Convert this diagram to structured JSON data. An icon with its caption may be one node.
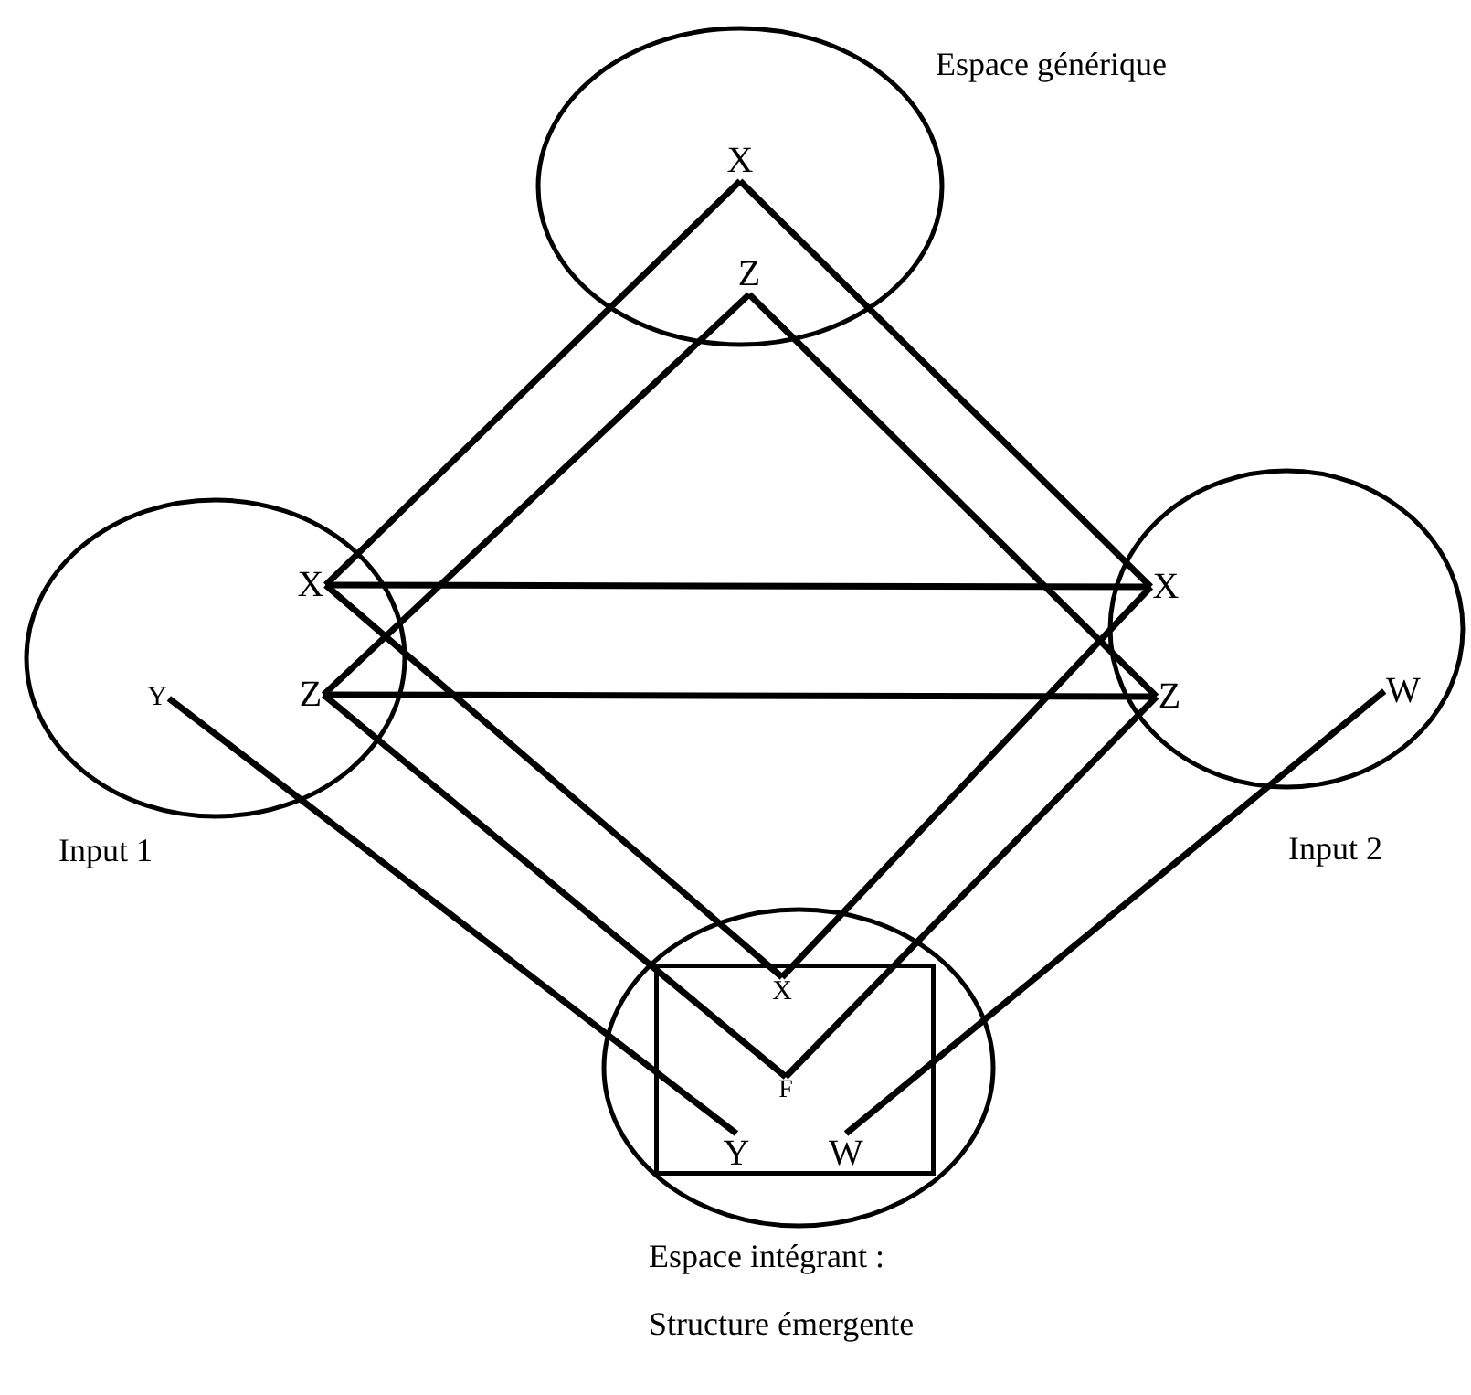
{
  "diagram": {
    "nodes": [
      {
        "text": [
          "Espace générique"
        ]
      },
      {
        "text": [
          "X"
        ],
        "in": 0
      },
      {
        "text": [
          "Z"
        ],
        "in": 0
      },
      {
        "text": [
          "Input 1"
        ]
      },
      {
        "text": [
          "X"
        ],
        "in": 3
      },
      {
        "text": [
          "Z"
        ],
        "in": 3
      },
      {
        "text": [
          "Y"
        ],
        "in": 3
      },
      {
        "text": [
          "Input 2"
        ]
      },
      {
        "text": [
          "X"
        ],
        "in": 7
      },
      {
        "text": [
          "Z"
        ],
        "in": 7
      },
      {
        "text": [
          "W"
        ],
        "in": 7
      },
      {
        "text": [
          "Espace intégrant :",
          "Structure émergente"
        ]
      },
      {
        "text": [],
        "shape": "box",
        "in": 11
      },
      {
        "text": [
          "X"
        ],
        "in": 12
      },
      {
        "text": [
          "F"
        ],
        "in": 12
      },
      {
        "text": [
          "Y"
        ],
        "in": 12
      },
      {
        "text": [
          "W"
        ],
        "in": 12
      }
    ],
    "edges": [
      {
        "from": 1,
        "to": 4,
        "arrow": "none"
      },
      {
        "from": 1,
        "to": 8,
        "arrow": "none"
      },
      {
        "from": 2,
        "to": 5,
        "arrow": "none"
      },
      {
        "from": 2,
        "to": 9,
        "arrow": "none"
      },
      {
        "from": 4,
        "to": 8,
        "arrow": "none"
      },
      {
        "from": 5,
        "to": 9,
        "arrow": "none"
      },
      {
        "from": 4,
        "to": 13,
        "arrow": "none"
      },
      {
        "from": 8,
        "to": 13,
        "arrow": "none"
      },
      {
        "from": 5,
        "to": 14,
        "arrow": "none"
      },
      {
        "from": 9,
        "to": 14,
        "arrow": "none"
      },
      {
        "from": 6,
        "to": 15,
        "arrow": "none"
      },
      {
        "from": 10,
        "to": 16,
        "arrow": "none"
      }
    ]
  }
}
